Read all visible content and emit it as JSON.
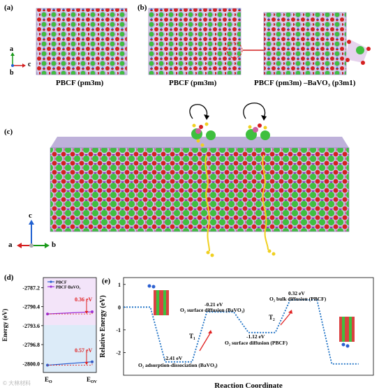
{
  "panels": {
    "a": {
      "label": "(a)",
      "caption": "PBCF (pm3m)",
      "axes": {
        "up": "a",
        "right": "c",
        "down": "b"
      }
    },
    "b": {
      "label": "(b)",
      "caption_left": "PBCF (pm3m)",
      "caption_right": "PBCF (pm3m) –BaVO₃ (p3m1)"
    },
    "c": {
      "label": "(c)",
      "axes": {
        "up": "c",
        "left": "a",
        "right": "b"
      }
    },
    "d": {
      "label": "(d)",
      "ylabel": "Energy (eV)",
      "yticks": [
        "-2787.2",
        "-2790.4",
        "-2793.6",
        "-2796.8",
        "-2800.0"
      ],
      "xticks": [
        "E",
        "E"
      ],
      "xtick_subs": [
        "O",
        "OV"
      ],
      "legend": [
        "PBCF",
        "PBCF-BaVO₃"
      ],
      "annotations": [
        "0.36 eV",
        "0.57 eV"
      ]
    },
    "e": {
      "label": "(e)",
      "ylabel": "Relative Energy (eV)",
      "xlabel": "Reaction Coordinate",
      "yticks": [
        "1",
        "0",
        "-1",
        "-2"
      ],
      "energy_labels": [
        "-2.41 eV",
        "-0.21 eV",
        "-1.12 eV",
        "0.32 eV"
      ],
      "step_labels": [
        "O₂ adsorption-dissociation (BaVO₃)",
        "O₂ surface diffusion (BaVO₃)",
        "O₂ surface diffusion (PBCF)",
        "O₂ bulk diffusion (PBCF)"
      ],
      "transition_labels": [
        "T₁",
        "T₂"
      ]
    }
  },
  "chart_data": [
    {
      "type": "line",
      "ylabel": "Energy (eV)",
      "categories": [
        "E_O",
        "E_OV"
      ],
      "ylim": [
        -2801.5,
        -2785.5
      ],
      "series": [
        {
          "name": "PBCF",
          "values": [
            -2800.27,
            -2799.7
          ],
          "color": "#2b5fd0"
        },
        {
          "name": "PBCF-BaVO₃",
          "values": [
            -2791.63,
            -2791.27
          ],
          "color": "#9b30d9"
        }
      ]
    },
    {
      "type": "line",
      "xlabel": "Reaction Coordinate",
      "ylabel": "Relative Energy (eV)",
      "ylim": [
        -3,
        1.3
      ],
      "stages": [
        0,
        -2.41,
        -0.21,
        -1.12,
        0.32,
        -2.5
      ],
      "color": "#1a6fc4"
    }
  ],
  "colors": {
    "oxygen": "#d42020",
    "barium": "#3fbf3f",
    "vanadium": "#9030c0",
    "cobalt": "#d060a0",
    "pbcf": "#2b5fd0",
    "pbcf_bavo3": "#9b30d9",
    "arrow": "#e02020"
  },
  "watermark": "© 大林材料"
}
